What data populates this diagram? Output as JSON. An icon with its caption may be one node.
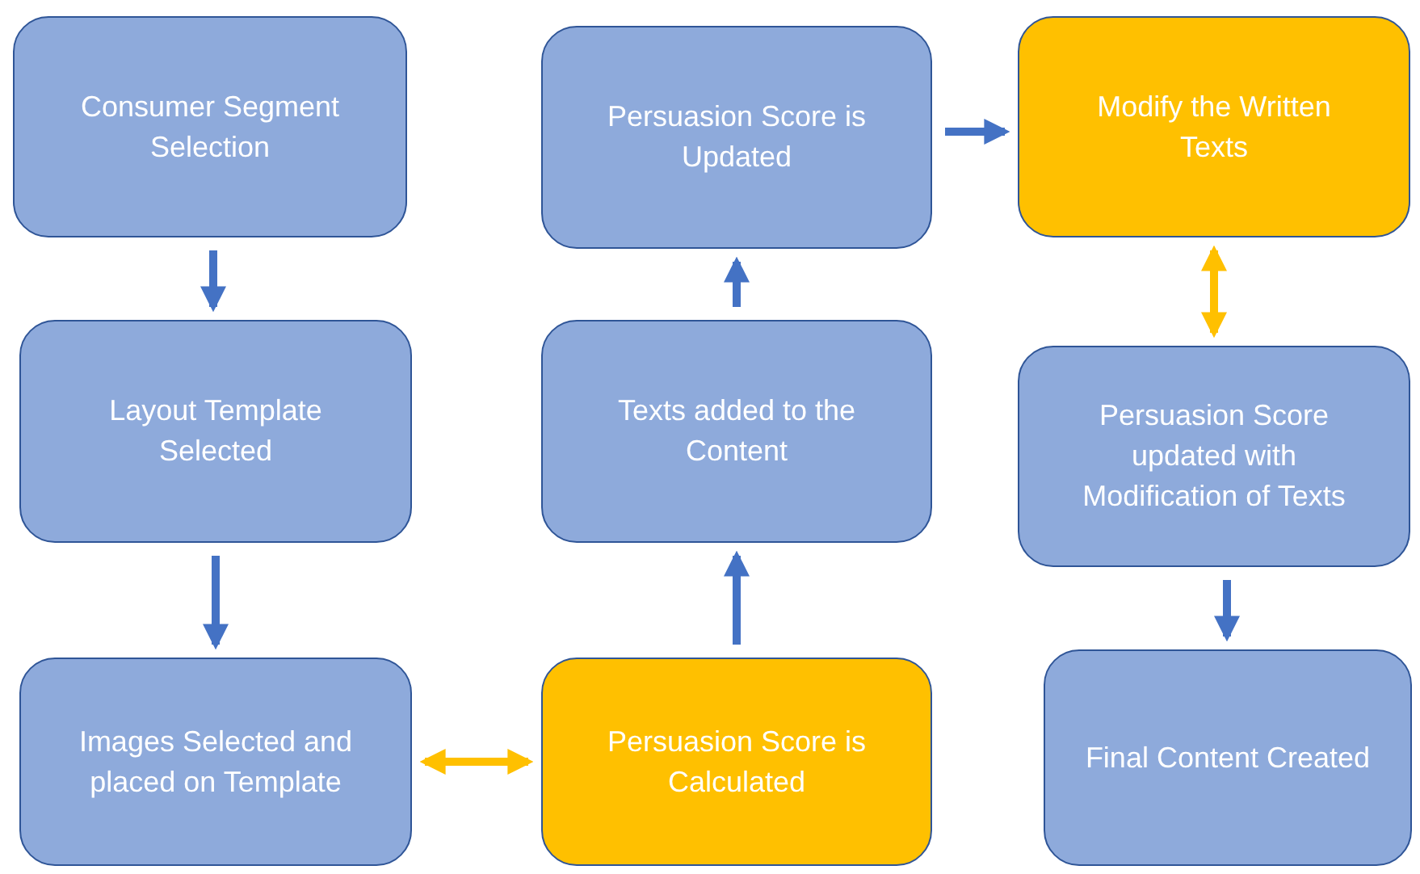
{
  "diagram": {
    "nodes": [
      {
        "text": [
          "Consumer Segment Selection"
        ]
      },
      {
        "text": [
          "Layout Template Selected"
        ]
      },
      {
        "text": [
          "Images Selected and placed on Template"
        ]
      },
      {
        "text": [
          "Persuasion Score is Calculated"
        ]
      },
      {
        "text": [
          "Texts added to the Content"
        ]
      },
      {
        "text": [
          "Persuasion Score is Updated"
        ]
      },
      {
        "text": [
          "Modify the Written Texts"
        ]
      },
      {
        "text": [
          "Persuasion Score updated with Modification of Texts"
        ]
      },
      {
        "text": [
          "Final Content Created"
        ]
      }
    ],
    "edges": [
      {
        "from": 0,
        "to": 1,
        "arrow": "to"
      },
      {
        "from": 1,
        "to": 2,
        "arrow": "to"
      },
      {
        "from": 2,
        "to": 3,
        "arrow": "both",
        "color": "#ffc000"
      },
      {
        "from": 3,
        "to": 4,
        "arrow": "to"
      },
      {
        "from": 4,
        "to": 5,
        "arrow": "to"
      },
      {
        "from": 5,
        "to": 6,
        "arrow": "to"
      },
      {
        "from": 6,
        "to": 7,
        "arrow": "both",
        "color": "#ffc000"
      },
      {
        "from": 7,
        "to": 8,
        "arrow": "to"
      }
    ]
  }
}
